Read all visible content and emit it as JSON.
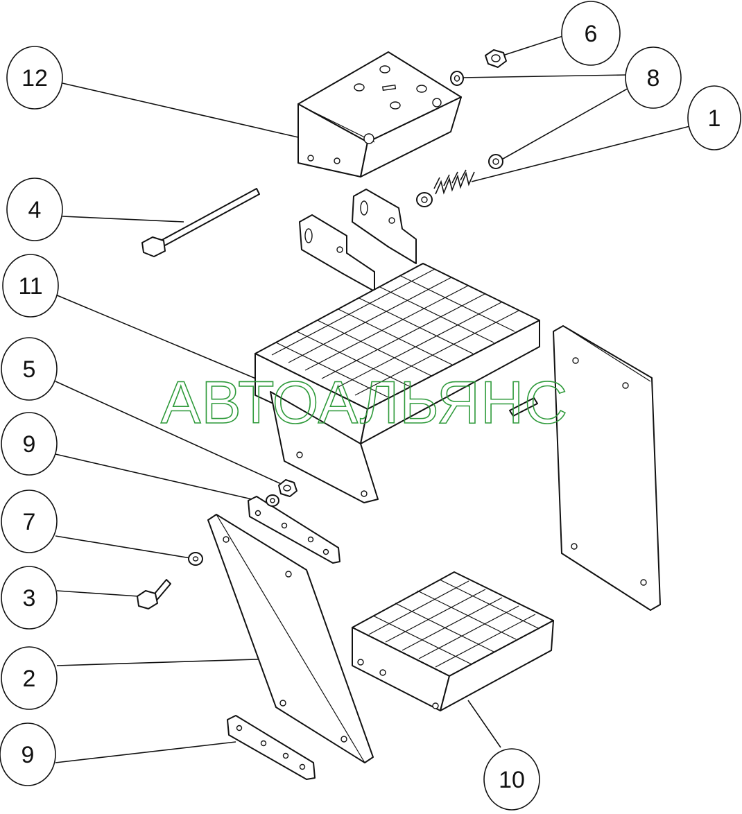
{
  "watermark": "АВТОАЛЬЯНС",
  "callouts": [
    {
      "id": "c12",
      "label": "12"
    },
    {
      "id": "c6",
      "label": "6"
    },
    {
      "id": "c8",
      "label": "8"
    },
    {
      "id": "c1",
      "label": "1"
    },
    {
      "id": "c4",
      "label": "4"
    },
    {
      "id": "c11",
      "label": "11"
    },
    {
      "id": "c5",
      "label": "5"
    },
    {
      "id": "c9a",
      "label": "9"
    },
    {
      "id": "c7",
      "label": "7"
    },
    {
      "id": "c3",
      "label": "3"
    },
    {
      "id": "c2",
      "label": "2"
    },
    {
      "id": "c9b",
      "label": "9"
    },
    {
      "id": "c10",
      "label": "10"
    }
  ]
}
